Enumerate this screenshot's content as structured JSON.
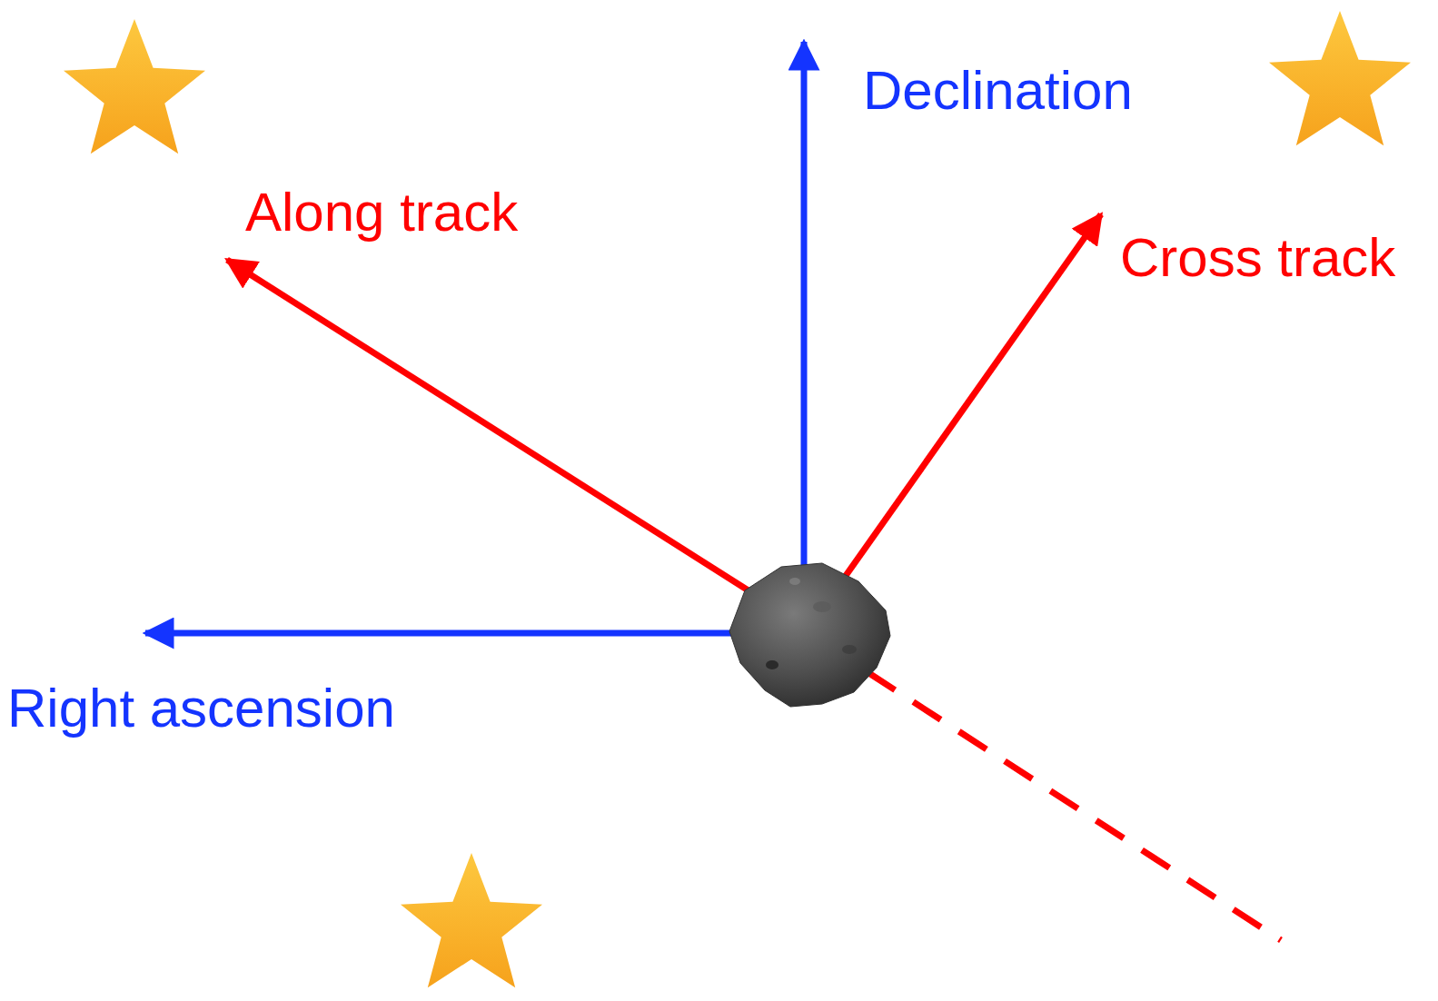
{
  "diagram": {
    "labels": [
      "Declination",
      "Along track",
      "Cross track",
      "Right ascension"
    ]
  }
}
